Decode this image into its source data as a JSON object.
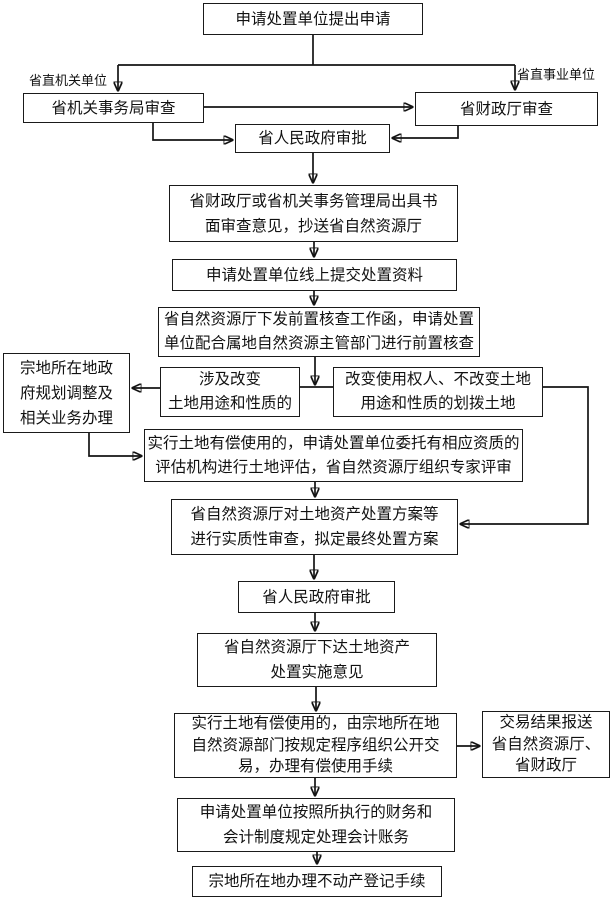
{
  "colors": {
    "line": "#141414",
    "box_border": "#1a1a1a",
    "background": "#ffffff"
  },
  "edge_labels": {
    "gov_agency": "省直机关单位",
    "public_institution": "省直事业单位"
  },
  "nodes": {
    "apply": {
      "text": "申请处置单位提出申请"
    },
    "gov_review": {
      "text": "省机关事务局审查"
    },
    "finance_review": {
      "text": "省财政厅审查"
    },
    "gov_approval_1": {
      "text": "省人民政府审批"
    },
    "written_opinion": {
      "text": "省财政厅或省机关事务管理局出具书\n面审查意见，抄送省自然资源厅"
    },
    "online_submit": {
      "text": "申请处置单位线上提交处置资料"
    },
    "precheck": {
      "text": "省自然资源厅下发前置核查工作函，申请处置\n单位配合属地自然资源主管部门进行前置核查"
    },
    "planning": {
      "text": "宗地所在地政\n府规划调整及\n相关业务办理"
    },
    "change_use": {
      "text": "涉及改变\n土地用途和性质的"
    },
    "allocation": {
      "text": "改变使用权人、不改变土地\n用途和性质的划拨土地"
    },
    "valuation": {
      "text": "实行土地有偿使用的，申请处置单位委托有相应资质的\n评估机构进行土地评估，省自然资源厅组织专家评审"
    },
    "final_review": {
      "text": "省自然资源厅对土地资产处置方案等\n进行实质性审查，拟定最终处置方案"
    },
    "gov_approval_2": {
      "text": "省人民政府审批"
    },
    "implementation": {
      "text": "省自然资源厅下达土地资产\n处置实施意见"
    },
    "trading": {
      "text": "实行土地有偿使用的，由宗地所在地\n自然资源部门按规定程序组织公开交\n易，办理有偿使用手续"
    },
    "result_report": {
      "text": "交易结果报送\n省自然资源厅、\n省财政厅"
    },
    "accounting": {
      "text": "申请处置单位按照所执行的财务和\n会计制度规定处理会计账务"
    },
    "registration": {
      "text": "宗地所在地办理不动产登记手续"
    }
  }
}
